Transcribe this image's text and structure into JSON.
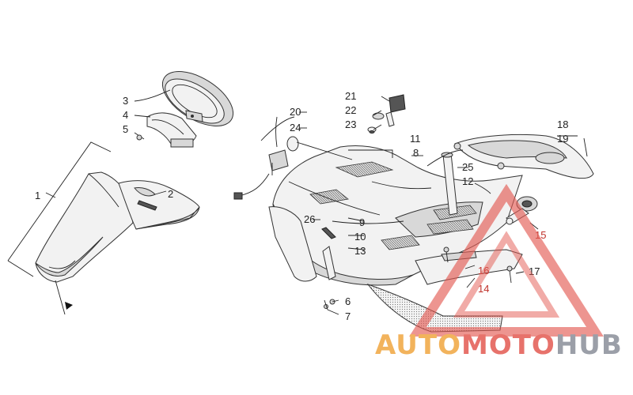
{
  "callouts": [
    "1",
    "2",
    "3",
    "4",
    "5",
    "6",
    "7",
    "8",
    "9",
    "10",
    "11",
    "12",
    "13",
    "14",
    "15",
    "16",
    "17",
    "18",
    "19",
    "20",
    "21",
    "22",
    "23",
    "24",
    "25",
    "26"
  ],
  "watermark": {
    "part1": "AUTO",
    "part2": "MOTO",
    "part3": "HUB",
    "color_orange": "#f0a640",
    "color_red": "#e35a52",
    "color_gray": "#8a8f99"
  }
}
